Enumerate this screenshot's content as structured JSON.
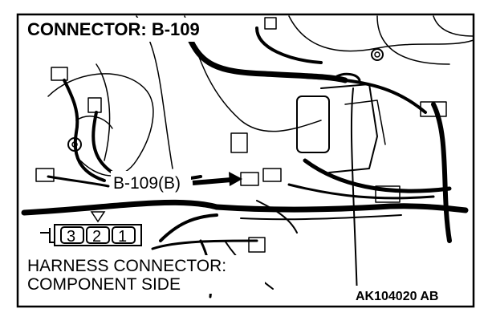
{
  "diagram": {
    "title": "CONNECTOR: B-109",
    "callout_label": "B-109(B)",
    "connector_pins": [
      "3",
      "2",
      "1"
    ],
    "caption_line1": "HARNESS CONNECTOR:",
    "caption_line2": "COMPONENT SIDE",
    "figure_code": "AK104020 AB"
  }
}
